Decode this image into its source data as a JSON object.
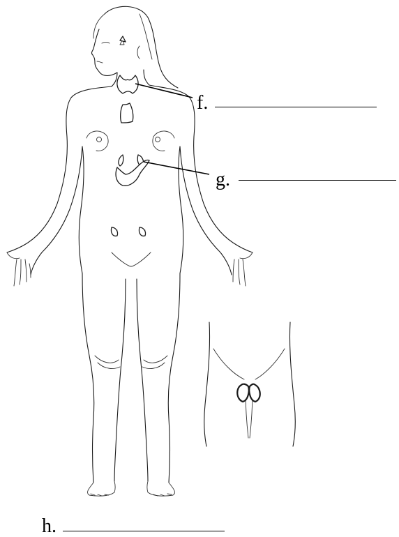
{
  "labels": {
    "f": "f.",
    "g": "g.",
    "h": "h."
  }
}
